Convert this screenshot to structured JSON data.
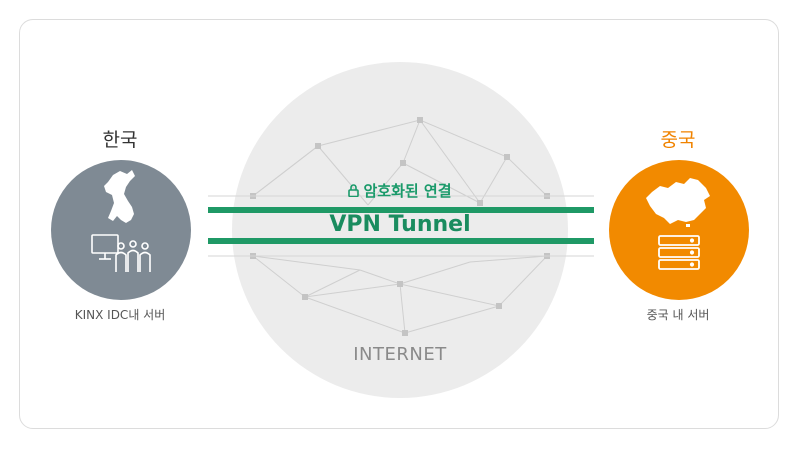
{
  "left": {
    "country": "한국",
    "caption": "KINX IDC내 서버"
  },
  "right": {
    "country": "중국",
    "caption": "중국 내 서버"
  },
  "center": {
    "encrypted_label": "암호화된 연결",
    "tunnel_label": "VPN Tunnel",
    "network_label": "INTERNET"
  },
  "colors": {
    "left_circle": "#7f8a94",
    "right_circle": "#f28a00",
    "tunnel": "#1f9966",
    "network_bg": "#ececec",
    "country_right": "#f08300"
  },
  "icons": {
    "left": [
      "korea-map-icon",
      "monitor-users-icon"
    ],
    "right": [
      "china-map-icon",
      "server-stack-icon"
    ],
    "lock": "lock-icon"
  }
}
